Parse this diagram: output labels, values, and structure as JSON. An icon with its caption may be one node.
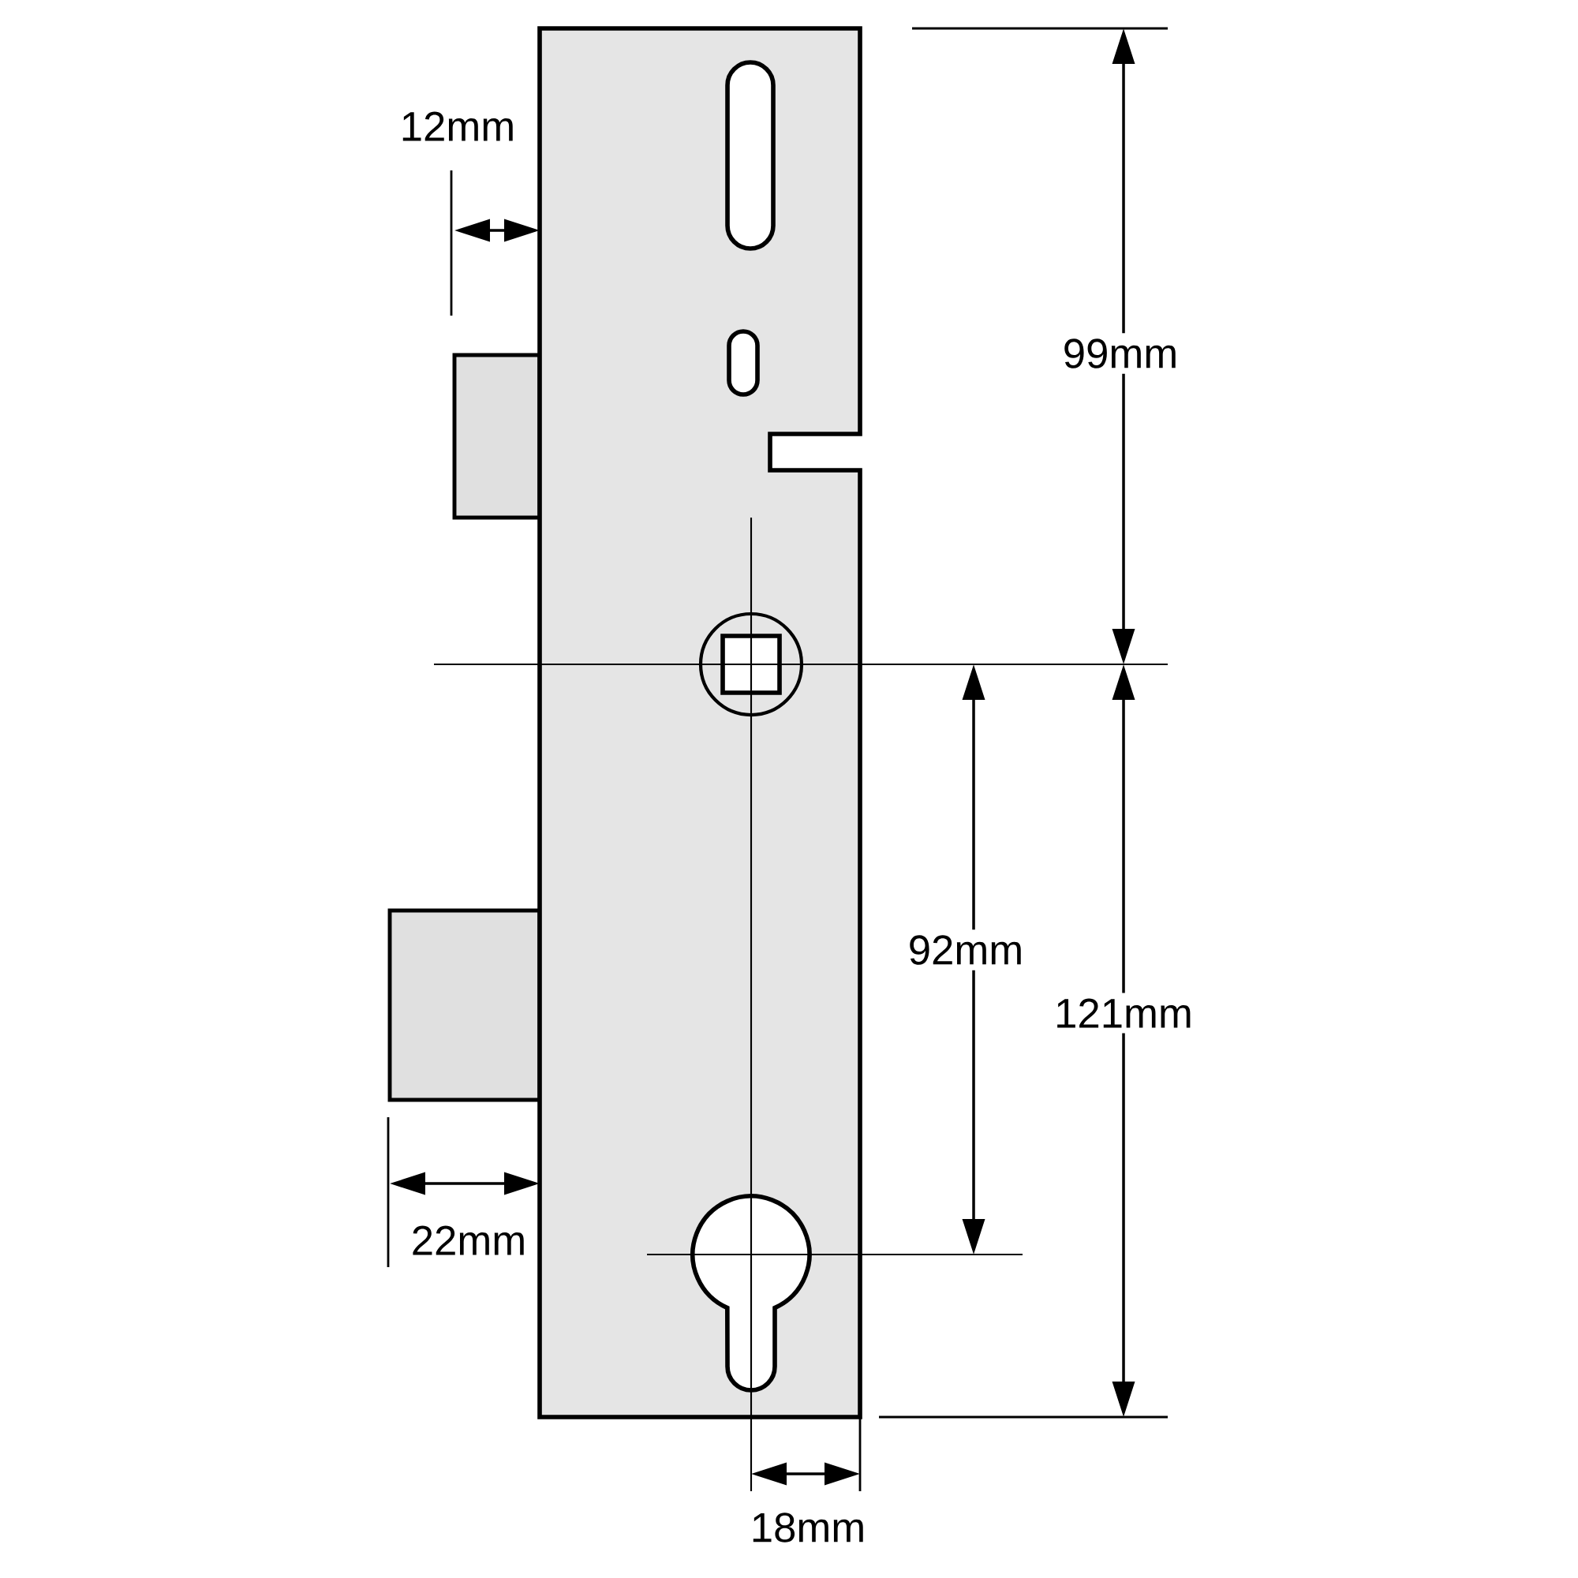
{
  "diagram": {
    "labels": [
      "12mm",
      "99mm",
      "92mm",
      "121mm",
      "22mm",
      "18mm"
    ]
  }
}
